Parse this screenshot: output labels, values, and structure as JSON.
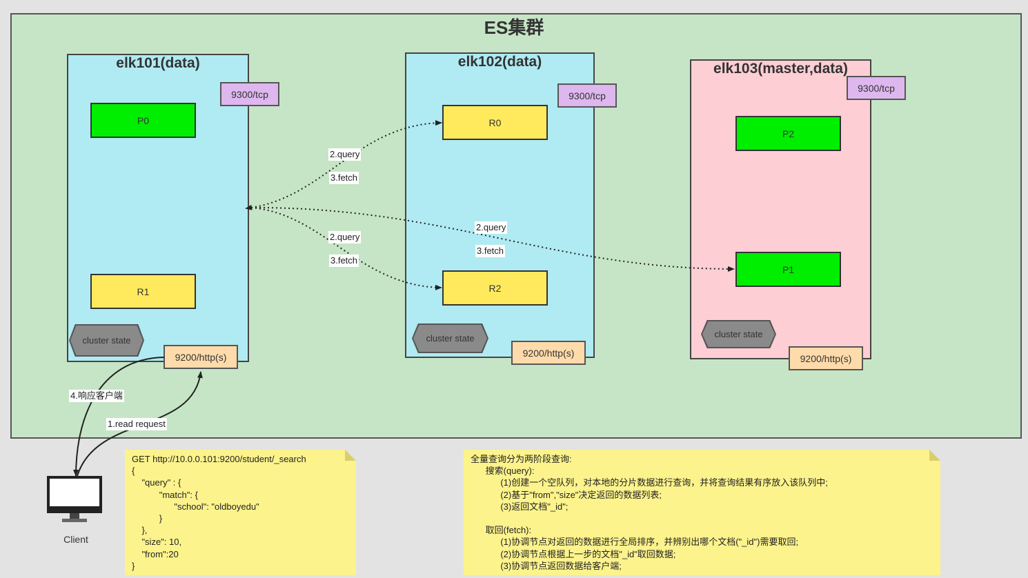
{
  "cluster": {
    "title": "ES集群"
  },
  "nodes": [
    {
      "id": "elk101",
      "title": "elk101(data)",
      "tcp_port": "9300/tcp",
      "http_port": "9200/http(s)",
      "cluster_state": "cluster state",
      "shards": [
        {
          "name": "P0",
          "kind": "primary"
        },
        {
          "name": "R1",
          "kind": "replica"
        }
      ]
    },
    {
      "id": "elk102",
      "title": "elk102(data)",
      "tcp_port": "9300/tcp",
      "http_port": "9200/http(s)",
      "cluster_state": "cluster state",
      "shards": [
        {
          "name": "R0",
          "kind": "replica"
        },
        {
          "name": "R2",
          "kind": "replica"
        }
      ]
    },
    {
      "id": "elk103",
      "title": "elk103(master,data)",
      "tcp_port": "9300/tcp",
      "http_port": "9200/http(s)",
      "cluster_state": "cluster state",
      "shards": [
        {
          "name": "P2",
          "kind": "primary"
        },
        {
          "name": "P1",
          "kind": "primary"
        }
      ]
    }
  ],
  "edge_labels": {
    "to_r0": [
      "2.query",
      "3.fetch"
    ],
    "to_r2": [
      "2.query",
      "3.fetch"
    ],
    "to_p1": [
      "2.query",
      "3.fetch"
    ],
    "response": "4.响应客户端",
    "request": "1.read request"
  },
  "client": {
    "label": "Client"
  },
  "request_note": {
    "lines": [
      "GET http://10.0.0.101:9200/student/_search",
      "{",
      "    \"query\" : {",
      "           \"match\": {",
      "                 \"school\": \"oldboyedu\"",
      "           }",
      "    },",
      "    \"size\": 10,",
      "    \"from\":20",
      "}"
    ]
  },
  "explain_note": {
    "lines": [
      "全量查询分为两阶段查询:",
      "      搜索(query):",
      "            (1)创建一个空队列，对本地的分片数据进行查询，并将查询结果有序放入该队列中;",
      "            (2)基于\"from\",\"size\"决定返回的数据列表;",
      "            (3)返回文档\"_id\";",
      "",
      "      取回(fetch):",
      "            (1)协调节点对返回的数据进行全局排序，并辨别出哪个文档(\"_id\")需要取回;",
      "            (2)协调节点根据上一步的文档\"_id\"取回数据;",
      "            (3)协调节点返回数据给客户端;"
    ]
  },
  "colors": {
    "cluster_bg": "#c6e5c6",
    "data_node_bg": "#b0eaf2",
    "master_node_bg": "#fdced4",
    "primary_shard": "#00ee00",
    "replica_shard": "#ffea5e",
    "tcp_port": "#ddb7ee",
    "http_port": "#ffdbab",
    "note_bg": "#fcf38c"
  }
}
